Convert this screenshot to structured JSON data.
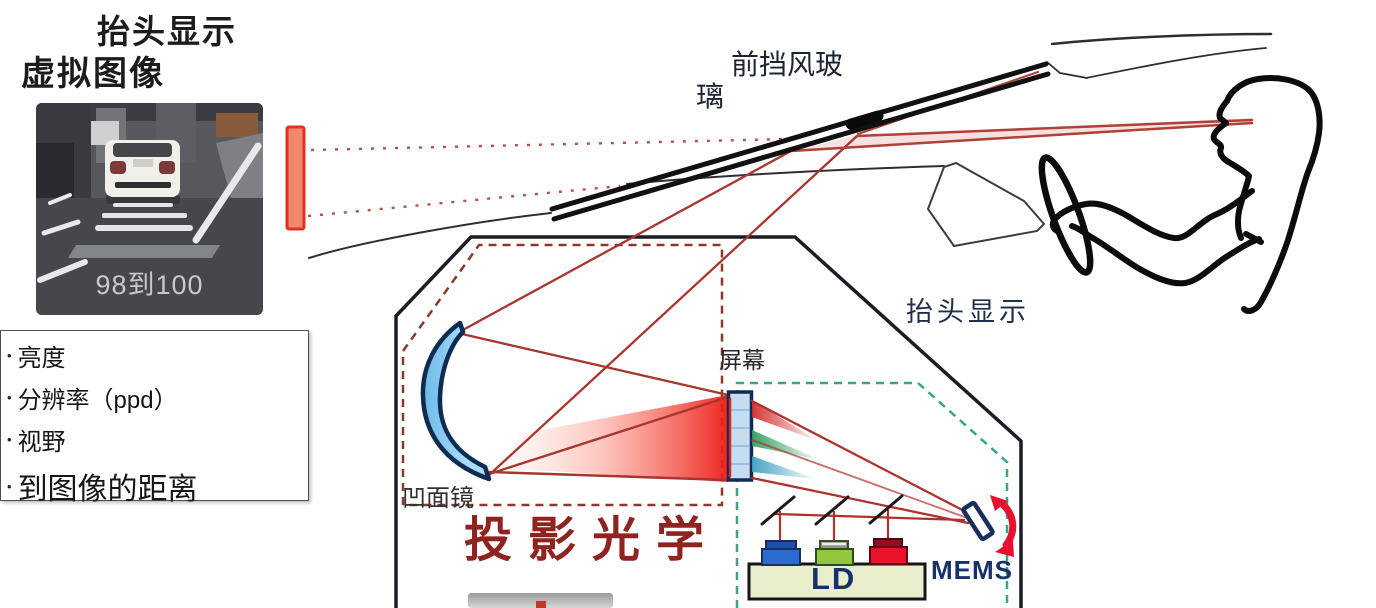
{
  "headings": {
    "hud": "抬头显示",
    "virtual_image": "虚拟图像"
  },
  "windshield_label": {
    "line1": "前挡风玻",
    "line2": "璃"
  },
  "hud_unit_label": "抬头显示",
  "optics": {
    "screen": "屏幕",
    "concave_mirror": "凹面镜",
    "projection": "投影光学",
    "laser_base": "LD",
    "mems": "MEMS"
  },
  "virtual_image_photo": {
    "speed_text": "98到100"
  },
  "spec_panel": {
    "bullet": "•",
    "items": [
      "亮度",
      "分辨率（ppd）",
      "视野",
      "到图像的距离"
    ]
  },
  "colors": {
    "ray_red": "#a8352f",
    "eye_ray_red": "#b04038",
    "beam_red": "#ec1c16",
    "dash_maroon": "#8a3a28",
    "dash_teal": "#3aa585",
    "mirror_fill": "#8cc9ef",
    "screen_fill": "#c6ddf1",
    "virtual_image_fill": "#f3876d",
    "virtual_image_border": "#e03126",
    "diode_blue": "#2d6bd0",
    "diode_green": "#93c83e",
    "diode_red": "#e8132b",
    "ld_base_fill": "#eaeecd",
    "arrow_red": "#e8112d",
    "label_maroon": "#8e2320",
    "label_navy": "#16316b"
  }
}
